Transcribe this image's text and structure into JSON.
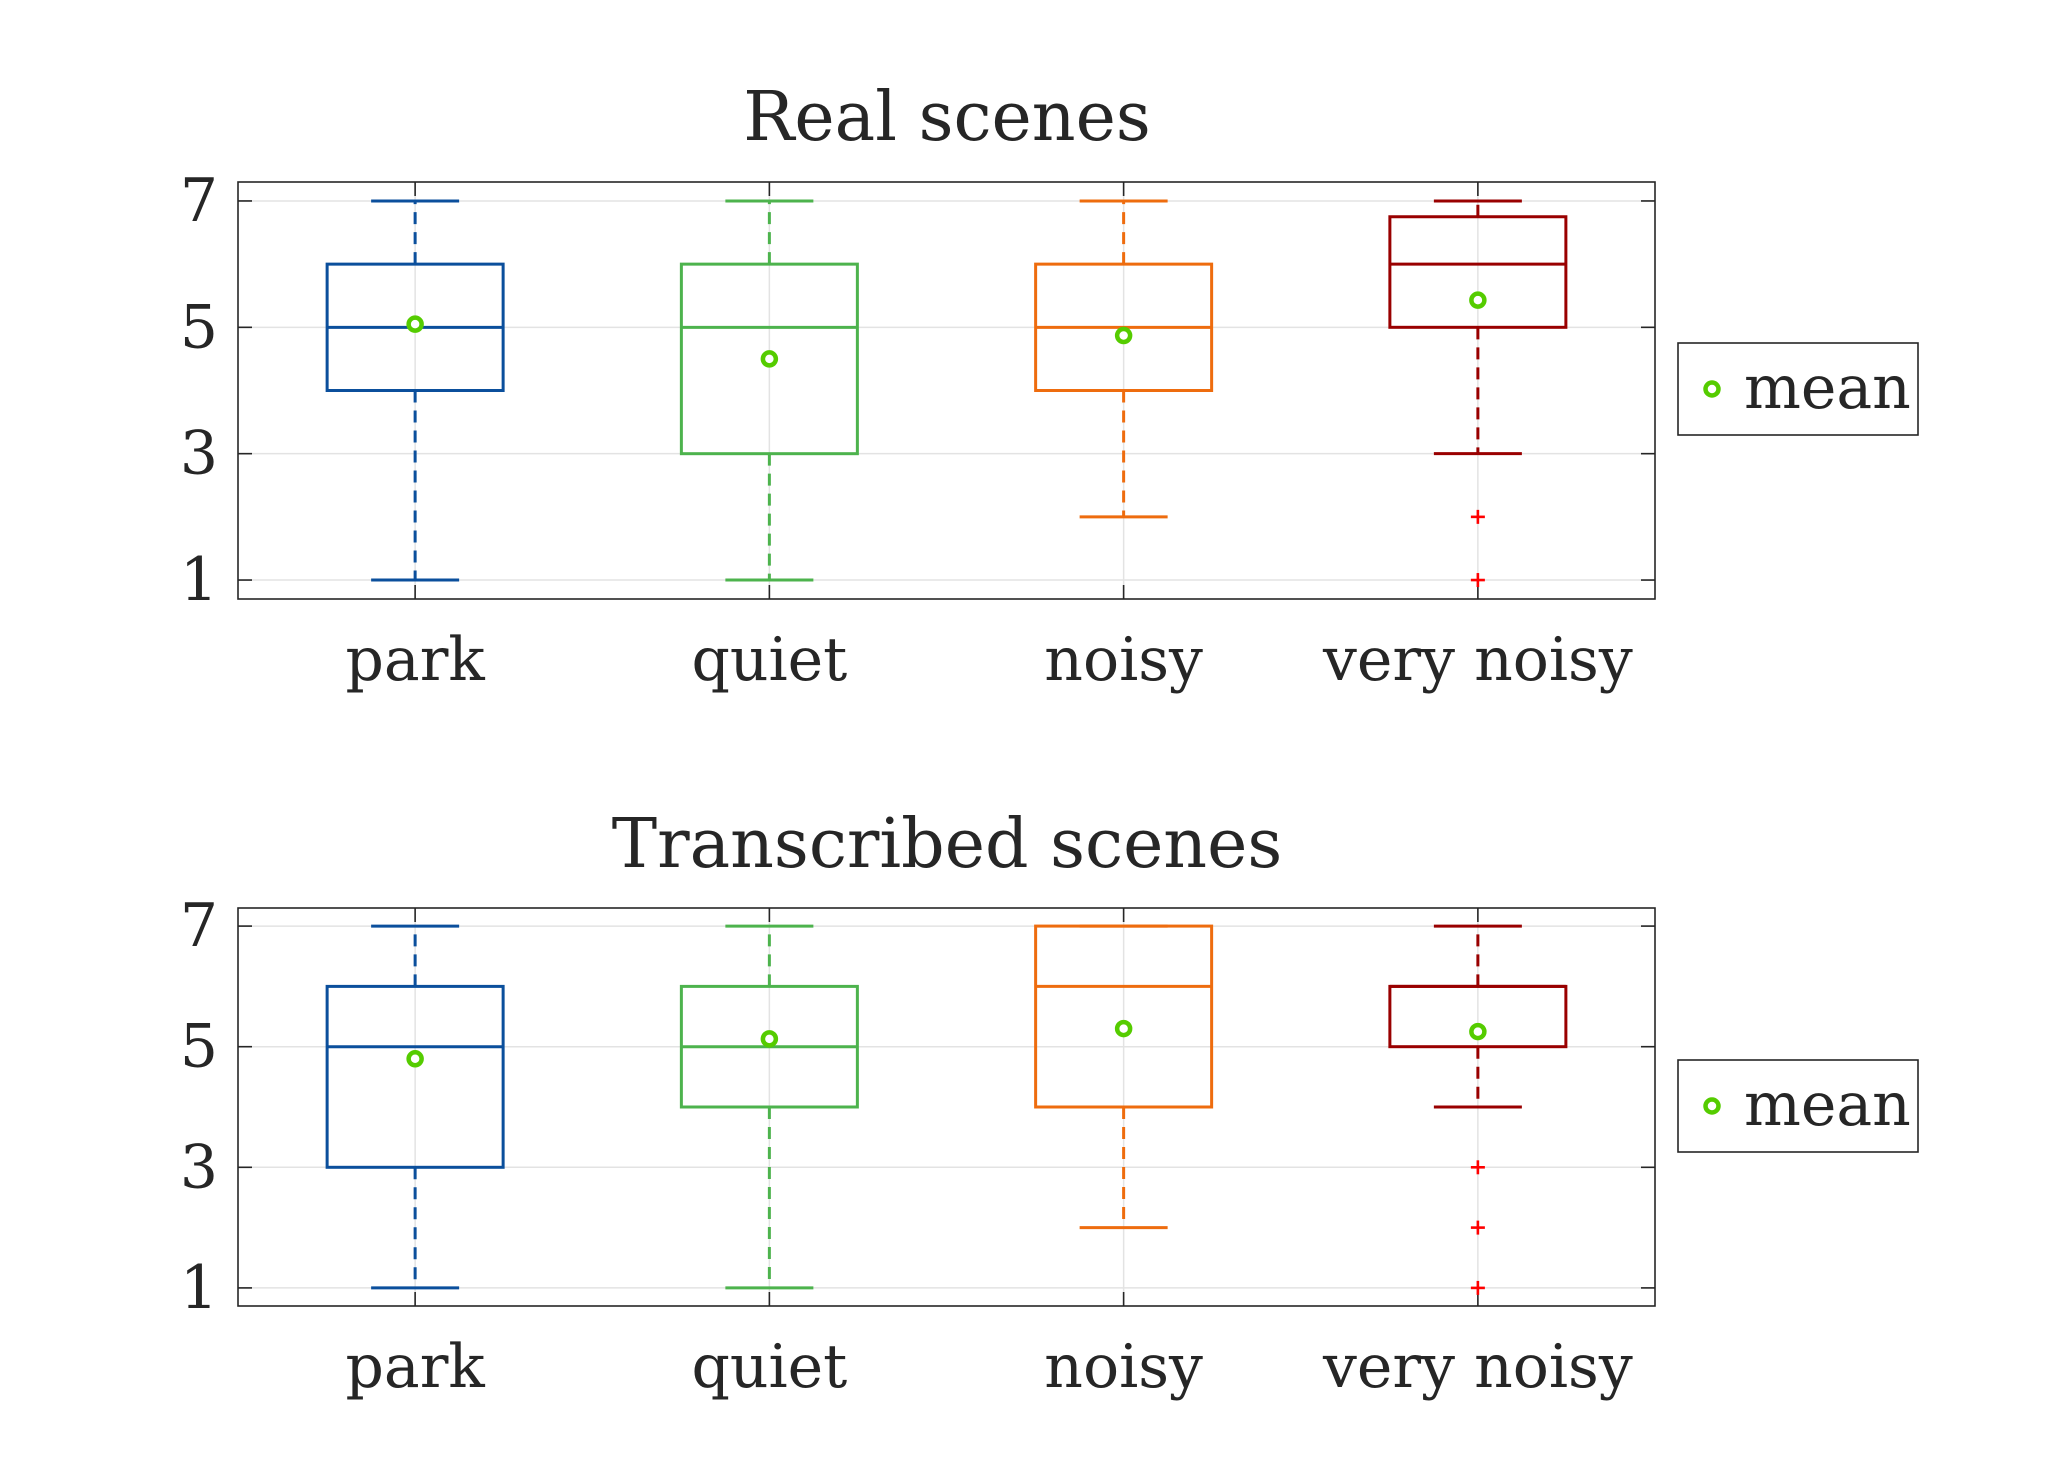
{
  "chart_data": [
    {
      "type": "box",
      "title": "Real scenes",
      "categories": [
        "park",
        "quiet",
        "noisy",
        "very noisy"
      ],
      "ylim": [
        0.7,
        7.3
      ],
      "yticks": [
        "1",
        "3",
        "5",
        "7"
      ],
      "grid": true,
      "legend": {
        "label": "mean",
        "placement": "outside-right"
      },
      "boxes": [
        {
          "category": "park",
          "whisker_low": 1,
          "q1": 4,
          "median": 5,
          "q3": 6,
          "whisker_high": 7,
          "mean": 5.05,
          "outliers": [],
          "color": "#0b4f9c"
        },
        {
          "category": "quiet",
          "whisker_low": 1,
          "q1": 3,
          "median": 5,
          "q3": 6,
          "whisker_high": 7,
          "mean": 4.5,
          "outliers": [],
          "color": "#4db34d"
        },
        {
          "category": "noisy",
          "whisker_low": 2,
          "q1": 4,
          "median": 5,
          "q3": 6,
          "whisker_high": 7,
          "mean": 4.87,
          "outliers": [],
          "color": "#ee6c0e"
        },
        {
          "category": "very noisy",
          "whisker_low": 3,
          "q1": 5,
          "median": 6,
          "q3": 6.75,
          "whisker_high": 7,
          "mean": 5.43,
          "outliers": [
            2,
            1
          ],
          "color": "#990000"
        }
      ]
    },
    {
      "type": "box",
      "title": "Transcribed scenes",
      "categories": [
        "park",
        "quiet",
        "noisy",
        "very noisy"
      ],
      "ylim": [
        0.7,
        7.3
      ],
      "yticks": [
        "1",
        "3",
        "5",
        "7"
      ],
      "grid": true,
      "legend": {
        "label": "mean",
        "placement": "outside-right"
      },
      "boxes": [
        {
          "category": "park",
          "whisker_low": 1,
          "q1": 3,
          "median": 5,
          "q3": 6,
          "whisker_high": 7,
          "mean": 4.8,
          "outliers": [],
          "color": "#0b4f9c"
        },
        {
          "category": "quiet",
          "whisker_low": 1,
          "q1": 4,
          "median": 5,
          "q3": 6,
          "whisker_high": 7,
          "mean": 5.13,
          "outliers": [],
          "color": "#4db34d"
        },
        {
          "category": "noisy",
          "whisker_low": 2,
          "q1": 4,
          "median": 6,
          "q3": 7,
          "whisker_high": 7,
          "mean": 5.3,
          "outliers": [],
          "color": "#ee6c0e"
        },
        {
          "category": "very noisy",
          "whisker_low": 4,
          "q1": 5,
          "median": 6,
          "q3": 6,
          "whisker_high": 7,
          "mean": 5.25,
          "outliers": [
            3,
            2,
            1
          ],
          "color": "#990000"
        }
      ]
    }
  ],
  "colors": {
    "mean_marker": "#55cc00",
    "outlier": "#ff0000",
    "axis": "#262626",
    "grid": "#e3e3e3"
  }
}
